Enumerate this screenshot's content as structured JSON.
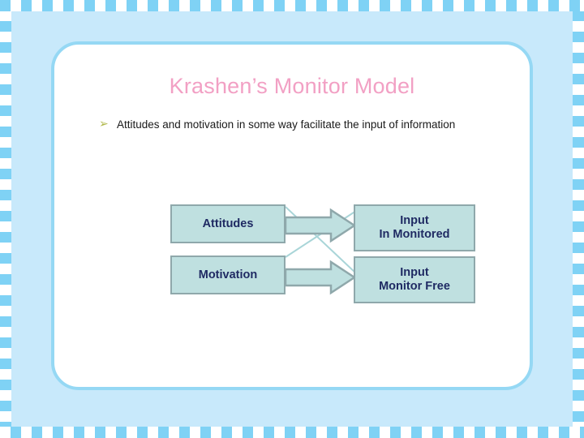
{
  "slide": {
    "title": "Krashen’s Monitor Model",
    "bullet_marker": "➢",
    "bullet_text": "Attitudes and motivation in some way facilitate the input of information"
  },
  "diagram": {
    "type": "flow",
    "nodes": [
      {
        "id": "attitudes",
        "label": "Attitudes"
      },
      {
        "id": "motivation",
        "label": "Motivation"
      },
      {
        "id": "input-monitored",
        "line1": "Input",
        "line2": "In Monitored"
      },
      {
        "id": "input-free",
        "line1": "Input",
        "line2": "Monitor Free"
      }
    ],
    "edges": [
      {
        "from": "attitudes",
        "to": "input-monitored",
        "style": "block-arrow"
      },
      {
        "from": "motivation",
        "to": "input-free",
        "style": "block-arrow"
      },
      {
        "from": "attitudes",
        "to": "input-free",
        "style": "thin-line"
      },
      {
        "from": "motivation",
        "to": "input-monitored",
        "style": "thin-line"
      }
    ]
  },
  "colors": {
    "stripe_blue": "#7fd2f5",
    "mat_blue": "#c8e9fb",
    "card_border": "#95d8f4",
    "title_pink": "#f2a0c4",
    "bullet_olive": "#b0b84a",
    "box_fill": "#bfe0e0",
    "box_border": "#8fa8ab",
    "box_text": "#1f2a63",
    "arrow_fill": "#bfe0e0",
    "arrow_outline": "#8fa8ab",
    "thin_line": "#a9d5d8"
  }
}
